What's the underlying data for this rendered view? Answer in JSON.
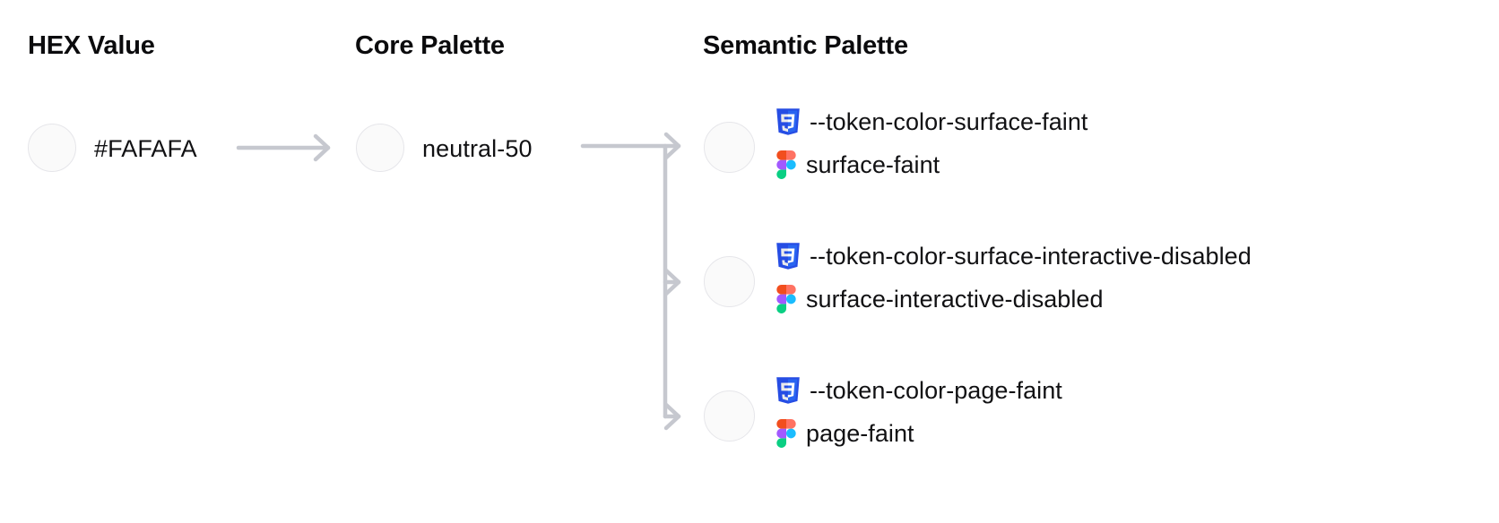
{
  "columns": {
    "hex": {
      "title": "HEX Value"
    },
    "core": {
      "title": "Core Palette"
    },
    "semantic": {
      "title": "Semantic Palette"
    }
  },
  "hex": {
    "value": "#FAFAFA",
    "swatch_color": "#FAFAFA"
  },
  "core": {
    "value": "neutral-50",
    "swatch_color": "#FAFAFA"
  },
  "semantic": {
    "rows": [
      {
        "css_icon": "css3-icon",
        "css_token": "--token-color-surface-faint",
        "figma_icon": "figma-icon",
        "figma_token": "surface-faint",
        "swatch_color": "#FAFAFA"
      },
      {
        "css_icon": "css3-icon",
        "css_token": "--token-color-surface-interactive-disabled",
        "figma_icon": "figma-icon",
        "figma_token": "surface-interactive-disabled",
        "swatch_color": "#FAFAFA"
      },
      {
        "css_icon": "css3-icon",
        "css_token": "--token-color-page-faint",
        "figma_icon": "figma-icon",
        "figma_token": "page-faint",
        "swatch_color": "#FAFAFA"
      }
    ]
  },
  "theme": {
    "background": "#FFFFFF",
    "text": "#111113",
    "connector": "#C6C8CF",
    "swatch_border": "#E6E6EA",
    "css_icon_blue": "#2965F1",
    "css_icon_blue_dark": "#264DE4",
    "figma_orange": "#F24E1E",
    "figma_pink": "#FF7262",
    "figma_purple": "#A259FF",
    "figma_blue": "#1ABCFE",
    "figma_green": "#0ACF83"
  }
}
